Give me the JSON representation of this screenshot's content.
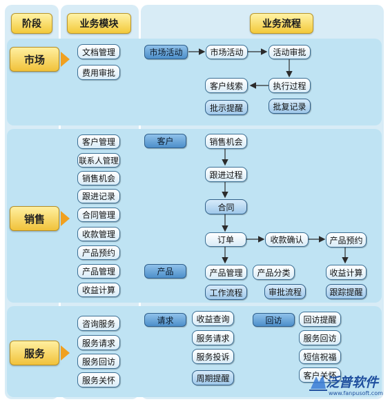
{
  "headers": {
    "stage": "阶段",
    "module": "业务模块",
    "flow": "业务流程"
  },
  "stages": {
    "market": "市场",
    "sales": "销售",
    "service": "服务"
  },
  "modules": {
    "market": [
      "文档管理",
      "费用审批"
    ],
    "sales": [
      "客户管理",
      "联系人管理",
      "销售机会",
      "跟进记录",
      "合同管理",
      "收款管理",
      "产品预约",
      "产品管理",
      "收益计算"
    ],
    "service": [
      "咨询服务",
      "服务请求",
      "服务回访",
      "服务关怀"
    ]
  },
  "flow": {
    "market_tab": "市场活动",
    "market_activity": "市场活动",
    "activity_approval": "活动审批",
    "execution": "执行过程",
    "customer_leads": "客户线索",
    "instruction_reminder": "批示提醒",
    "reply_record": "批复记录",
    "customer_tab": "客户",
    "sales_opportunity": "销售机会",
    "followup_process": "跟进过程",
    "contract": "合同",
    "order": "订单",
    "payment_confirm": "收款确认",
    "product_booking": "产品预约",
    "product_tab": "产品",
    "product_mgmt": "产品管理",
    "product_category": "产品分类",
    "revenue_calc": "收益计算",
    "workflow": "工作流程",
    "approval_flow": "审批流程",
    "tracking_reminder": "跟踪提醒",
    "request_tab": "请求",
    "revenue_query": "收益查询",
    "service_request": "服务请求",
    "service_complaint": "服务投诉",
    "period_reminder": "周期提醒",
    "revisit_tab": "回访",
    "revisit_reminder": "回访提醒",
    "service_revisit": "服务回访",
    "sms_greeting": "短信祝福",
    "customer_care": "客户关怀"
  },
  "logo": {
    "name": "泛普软件",
    "url": "www.fanpusoft.com"
  }
}
